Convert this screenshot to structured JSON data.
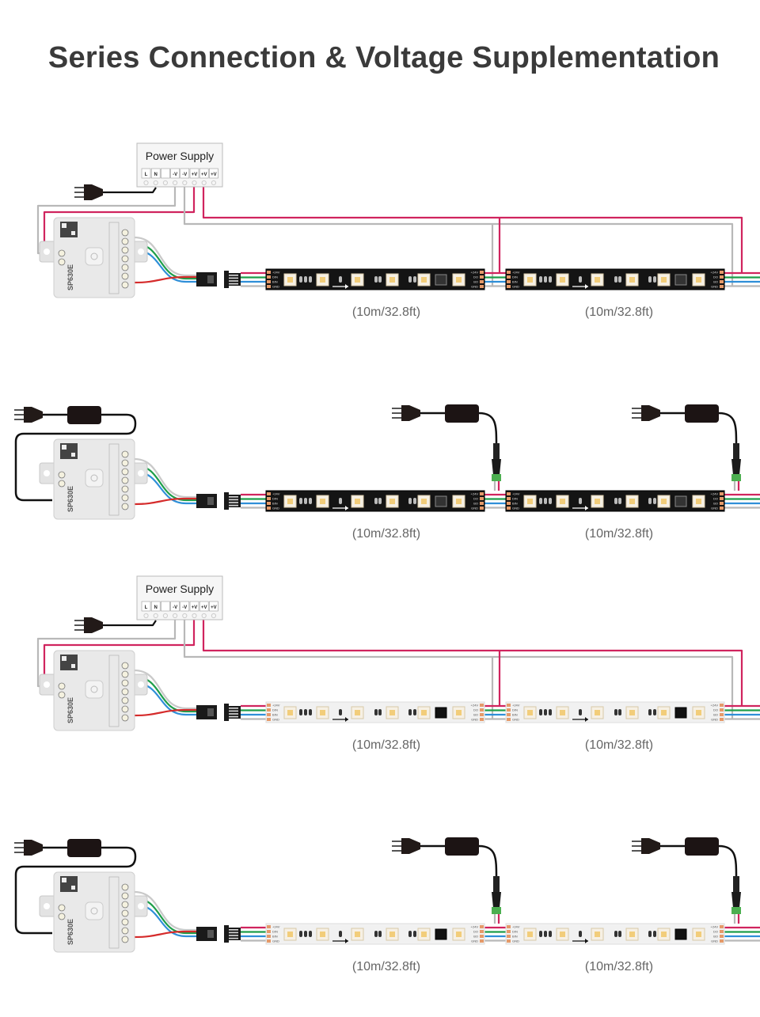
{
  "title": "Series Connection & Voltage Supplementation",
  "power_supply": {
    "label": "Power Supply",
    "terminals": [
      "L",
      "N",
      "",
      "-V",
      "-V",
      "+V",
      "+V",
      "+V"
    ]
  },
  "controller": {
    "model": "SP630E"
  },
  "strip_pads": {
    "input": [
      "+24V",
      "DIN",
      "BIN",
      "GND"
    ],
    "output": [
      "+24V",
      "DO",
      "BO",
      "GND"
    ]
  },
  "rows": [
    {
      "power": "power-supply",
      "strip": "black",
      "lengths": [
        "(10m/32.8ft)",
        "(10m/32.8ft)"
      ]
    },
    {
      "power": "adapter",
      "strip": "black",
      "lengths": [
        "(10m/32.8ft)",
        "(10m/32.8ft)"
      ]
    },
    {
      "power": "power-supply",
      "strip": "white",
      "lengths": [
        "(10m/32.8ft)",
        "(10m/32.8ft)"
      ]
    },
    {
      "power": "adapter",
      "strip": "white",
      "lengths": [
        "(10m/32.8ft)",
        "(10m/32.8ft)"
      ]
    }
  ],
  "colors": {
    "positive": "#d0245e",
    "negative": "#b8b8b8",
    "data": "#1e9e4a",
    "backup": "#2f8fd8",
    "controller_red": "#d52b2b",
    "strip_black": "#141414",
    "strip_white": "#f1f1f1",
    "pad": "#e59a6a"
  }
}
